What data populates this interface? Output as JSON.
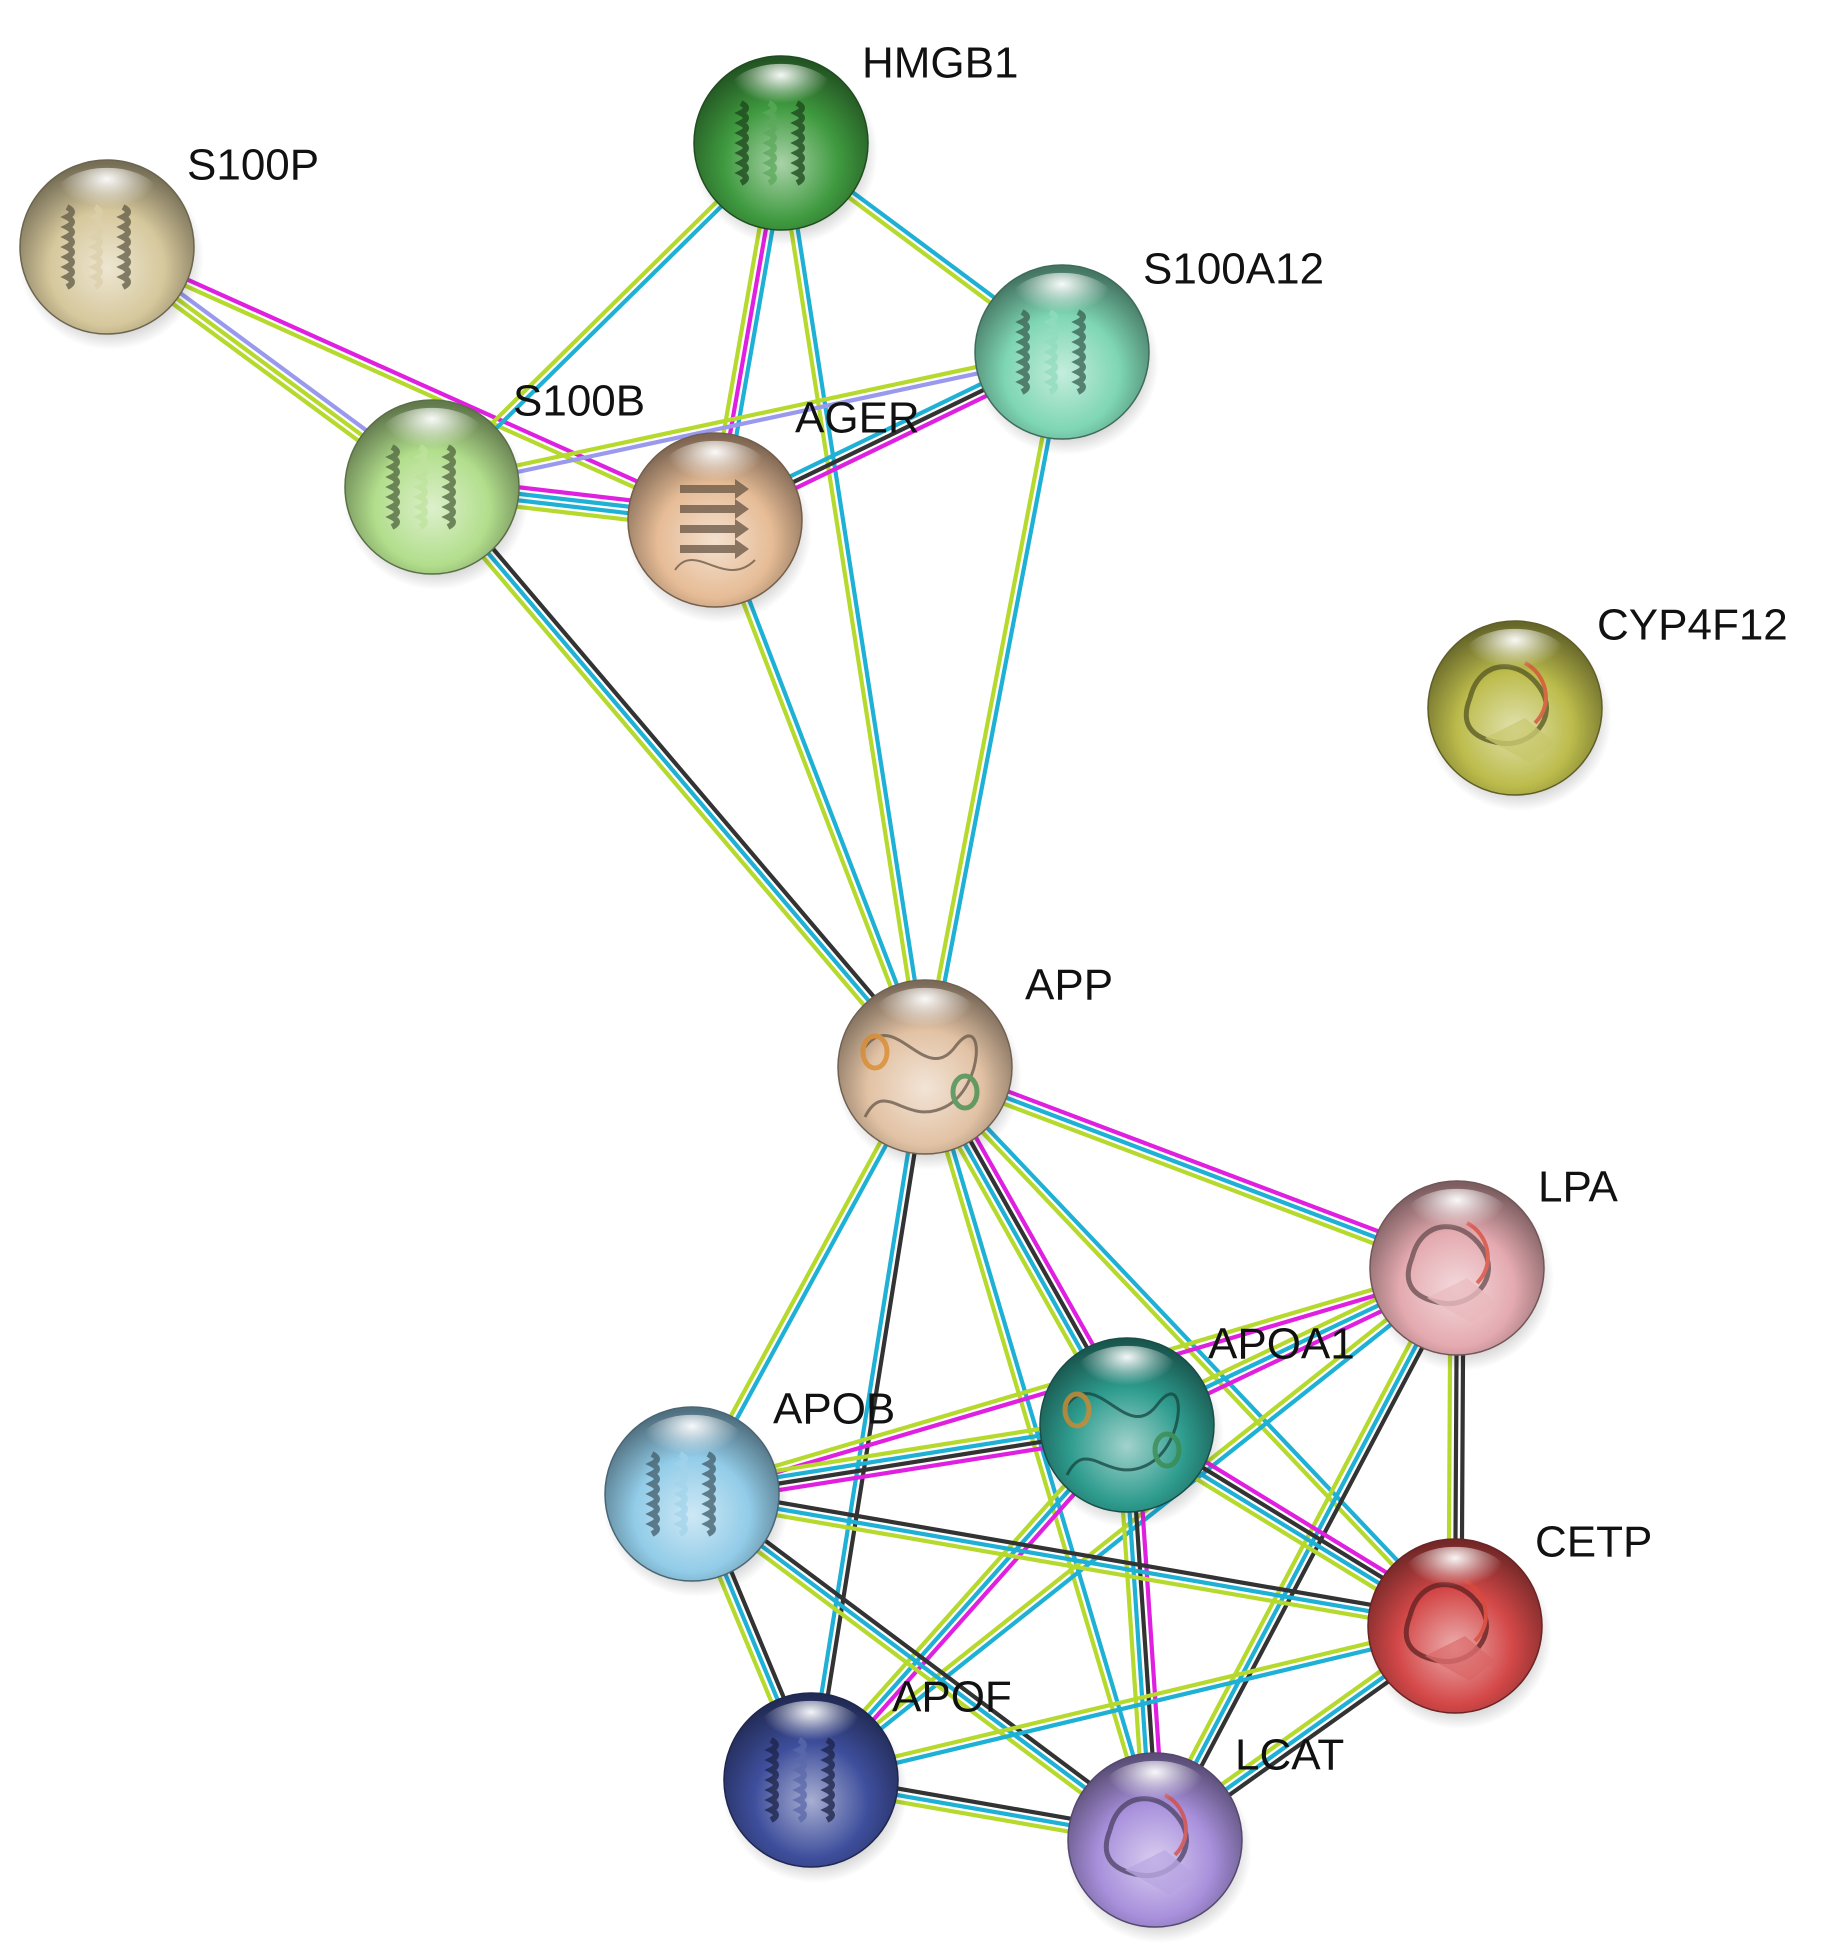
{
  "colors": {
    "database": "#1fb0d6",
    "experimental": "#e020e0",
    "textmining": "#b6d92e",
    "coexpression": "#333333",
    "homology": "#9999ee"
  },
  "nodes": [
    {
      "id": "HMGB1",
      "label": "HMGB1",
      "color": "#3f9a3f",
      "glyph": "helix-bundle"
    },
    {
      "id": "S100P",
      "label": "S100P",
      "color": "#d6c89c",
      "glyph": "helix-bundle"
    },
    {
      "id": "S100A12",
      "label": "S100A12",
      "color": "#7ed6b4",
      "glyph": "helix-bundle"
    },
    {
      "id": "S100B",
      "label": "S100B",
      "color": "#b2de8c",
      "glyph": "helix-bundle"
    },
    {
      "id": "AGER",
      "label": "AGER",
      "color": "#e6bc96",
      "glyph": "sheet"
    },
    {
      "id": "CYP4F12",
      "label": "CYP4F12",
      "color": "#bcbc4c",
      "glyph": "globular"
    },
    {
      "id": "APP",
      "label": "APP",
      "color": "#e2c2a4",
      "glyph": "coil"
    },
    {
      "id": "LPA",
      "label": "LPA",
      "color": "#e4aab0",
      "glyph": "globular"
    },
    {
      "id": "APOA1",
      "label": "APOA1",
      "color": "#2e9c8e",
      "glyph": "coil"
    },
    {
      "id": "APOB",
      "label": "APOB",
      "color": "#92cce8",
      "glyph": "helix-bundle"
    },
    {
      "id": "CETP",
      "label": "CETP",
      "color": "#d44848",
      "glyph": "globular"
    },
    {
      "id": "APOF",
      "label": "APOF",
      "color": "#3e4e9c",
      "glyph": "helix-bundle"
    },
    {
      "id": "LCAT",
      "label": "LCAT",
      "color": "#a890dc",
      "glyph": "globular"
    }
  ],
  "edges": [
    {
      "source": "S100P",
      "target": "S100B",
      "types": [
        "homology",
        "textmining",
        "textmining"
      ]
    },
    {
      "source": "S100P",
      "target": "AGER",
      "types": [
        "experimental",
        "textmining"
      ]
    },
    {
      "source": "HMGB1",
      "target": "S100B",
      "types": [
        "database",
        "textmining"
      ]
    },
    {
      "source": "HMGB1",
      "target": "AGER",
      "types": [
        "database",
        "experimental",
        "textmining"
      ]
    },
    {
      "source": "HMGB1",
      "target": "S100A12",
      "types": [
        "database",
        "textmining"
      ]
    },
    {
      "source": "HMGB1",
      "target": "APP",
      "types": [
        "database",
        "textmining"
      ]
    },
    {
      "source": "S100A12",
      "target": "S100B",
      "types": [
        "homology",
        "textmining"
      ]
    },
    {
      "source": "S100A12",
      "target": "AGER",
      "types": [
        "experimental",
        "coexpression",
        "database"
      ]
    },
    {
      "source": "S100A12",
      "target": "APP",
      "types": [
        "database",
        "textmining"
      ]
    },
    {
      "source": "S100B",
      "target": "AGER",
      "types": [
        "experimental",
        "database",
        "database",
        "textmining"
      ]
    },
    {
      "source": "S100B",
      "target": "APP",
      "types": [
        "coexpression",
        "database",
        "textmining"
      ]
    },
    {
      "source": "AGER",
      "target": "APP",
      "types": [
        "database",
        "textmining"
      ]
    },
    {
      "source": "APP",
      "target": "LPA",
      "types": [
        "experimental",
        "database",
        "textmining"
      ]
    },
    {
      "source": "APP",
      "target": "APOA1",
      "types": [
        "experimental",
        "coexpression",
        "database",
        "textmining"
      ]
    },
    {
      "source": "APP",
      "target": "APOB",
      "types": [
        "database",
        "textmining"
      ]
    },
    {
      "source": "APP",
      "target": "APOF",
      "types": [
        "coexpression",
        "database"
      ]
    },
    {
      "source": "APP",
      "target": "LCAT",
      "types": [
        "database",
        "textmining"
      ]
    },
    {
      "source": "APP",
      "target": "CETP",
      "types": [
        "database",
        "textmining"
      ]
    },
    {
      "source": "LPA",
      "target": "APOA1",
      "types": [
        "experimental",
        "database",
        "textmining"
      ]
    },
    {
      "source": "LPA",
      "target": "APOB",
      "types": [
        "experimental",
        "textmining"
      ]
    },
    {
      "source": "LPA",
      "target": "CETP",
      "types": [
        "coexpression",
        "coexpression",
        "textmining"
      ]
    },
    {
      "source": "LPA",
      "target": "LCAT",
      "types": [
        "coexpression",
        "database",
        "textmining"
      ]
    },
    {
      "source": "LPA",
      "target": "APOF",
      "types": [
        "database",
        "textmining"
      ]
    },
    {
      "source": "APOA1",
      "target": "APOB",
      "types": [
        "experimental",
        "coexpression",
        "database",
        "textmining"
      ]
    },
    {
      "source": "APOA1",
      "target": "CETP",
      "types": [
        "experimental",
        "coexpression",
        "database",
        "textmining"
      ]
    },
    {
      "source": "APOA1",
      "target": "LCAT",
      "types": [
        "experimental",
        "coexpression",
        "database",
        "textmining"
      ]
    },
    {
      "source": "APOA1",
      "target": "APOF",
      "types": [
        "experimental",
        "database",
        "textmining"
      ]
    },
    {
      "source": "APOB",
      "target": "CETP",
      "types": [
        "coexpression",
        "database",
        "textmining"
      ]
    },
    {
      "source": "APOB",
      "target": "LCAT",
      "types": [
        "coexpression",
        "database",
        "textmining"
      ]
    },
    {
      "source": "APOB",
      "target": "APOF",
      "types": [
        "coexpression",
        "database",
        "textmining"
      ]
    },
    {
      "source": "CETP",
      "target": "LCAT",
      "types": [
        "coexpression",
        "database",
        "textmining"
      ]
    },
    {
      "source": "CETP",
      "target": "APOF",
      "types": [
        "database",
        "textmining"
      ]
    },
    {
      "source": "APOF",
      "target": "LCAT",
      "types": [
        "coexpression",
        "database",
        "textmining"
      ]
    }
  ]
}
